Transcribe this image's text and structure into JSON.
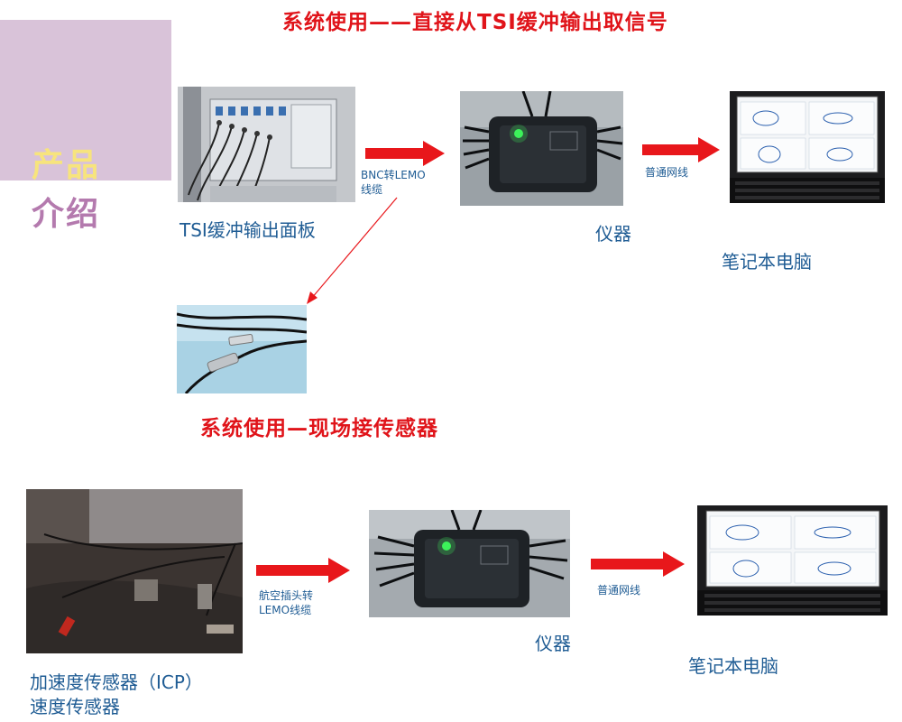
{
  "logo": {
    "top": "产品",
    "bottom": "介绍"
  },
  "section1": {
    "title": "系统使用——直接从TSI缓冲输出取信号",
    "panel_caption": "TSI缓冲输出面板",
    "cable_label_line1": "BNC转LEMO",
    "cable_label_line2": "线缆",
    "instrument_caption": "仪器",
    "network_label": "普通网线",
    "laptop_caption": "笔记本电脑"
  },
  "section2": {
    "title": "系统使用—现场接传感器",
    "cable_label_line1": "航空插头转",
    "cable_label_line2": "LEMO线缆",
    "instrument_caption": "仪器",
    "network_label": "普通网线",
    "laptop_caption": "笔记本电脑",
    "sensor_caption_line1": "加速度传感器（ICP）",
    "sensor_caption_line2": "速度传感器"
  },
  "colors": {
    "title": "#e0141a",
    "caption": "#1f5c94",
    "arrow": "#e8171b",
    "logo_bg": "#d9c3d9"
  }
}
